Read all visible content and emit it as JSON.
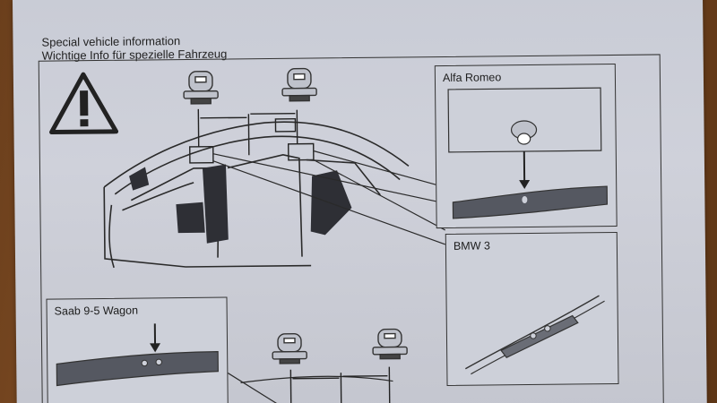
{
  "heading": {
    "line_en": "Special vehicle information",
    "line_de": "Wichtige Info für spezielle Fahrzeug"
  },
  "insets": {
    "alfa": "Alfa Romeo",
    "bmw": "BMW 3",
    "saab": "Saab 9-5  Wagon"
  },
  "colors": {
    "paper": "#cdd0d9",
    "ink": "#2a2a2a",
    "dark_fill": "#555861",
    "wood": "#7a4a22"
  }
}
